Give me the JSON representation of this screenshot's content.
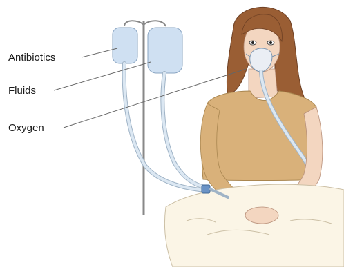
{
  "labels": {
    "antibiotics": "Antibiotics",
    "fluids": "Fluids",
    "oxygen": "Oxygen"
  },
  "colors": {
    "hair": "#9a5e34",
    "skin": "#f3d6c0",
    "shirt": "#d9b17a",
    "bag": "#cfe0f2",
    "tube": "#dbe7f2",
    "pole": "#888888",
    "sheet": "#fbf5e6",
    "connector": "#6b93c6",
    "leader": "#666666"
  }
}
